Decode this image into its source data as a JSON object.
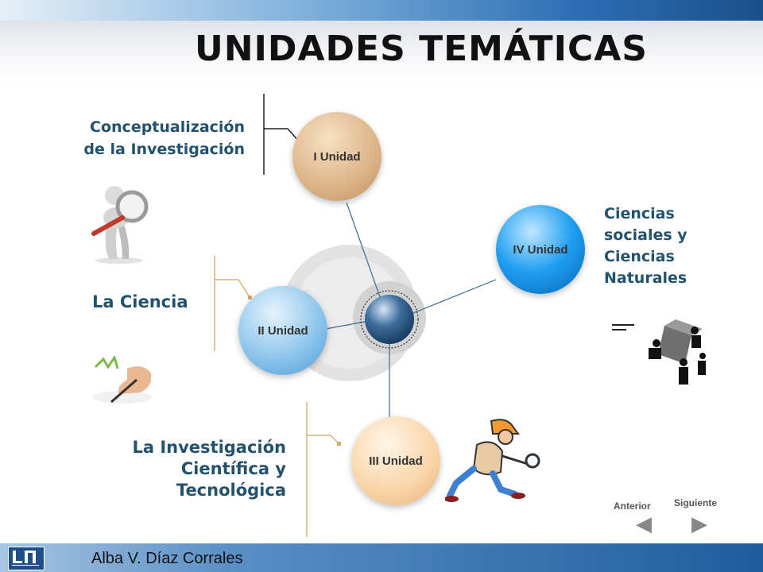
{
  "title": "UNIDADES TEMÁTICAS",
  "footer": {
    "author": "Alba V. Díaz Corrales"
  },
  "units": {
    "u1": {
      "label": "I Unidad",
      "topic_line1": "Conceptualización",
      "topic_line2": "de la Investigación"
    },
    "u2": {
      "label": "II Unidad",
      "topic": "La Ciencia"
    },
    "u3": {
      "label": "III Unidad",
      "topic_line1": "La Investigación",
      "topic_line2": "Científica y",
      "topic_line3": "Tecnológica"
    },
    "u4": {
      "label": "IV Unidad",
      "topic_line1": "Ciencias",
      "topic_line2": "sociales y",
      "topic_line3": "Ciencias",
      "topic_line4": "Naturales"
    }
  },
  "nav": {
    "previous": "Anterior",
    "next": "Siguiente"
  },
  "colors": {
    "topic_text": "#23526f",
    "footer_blue": "#1f5c9e"
  }
}
